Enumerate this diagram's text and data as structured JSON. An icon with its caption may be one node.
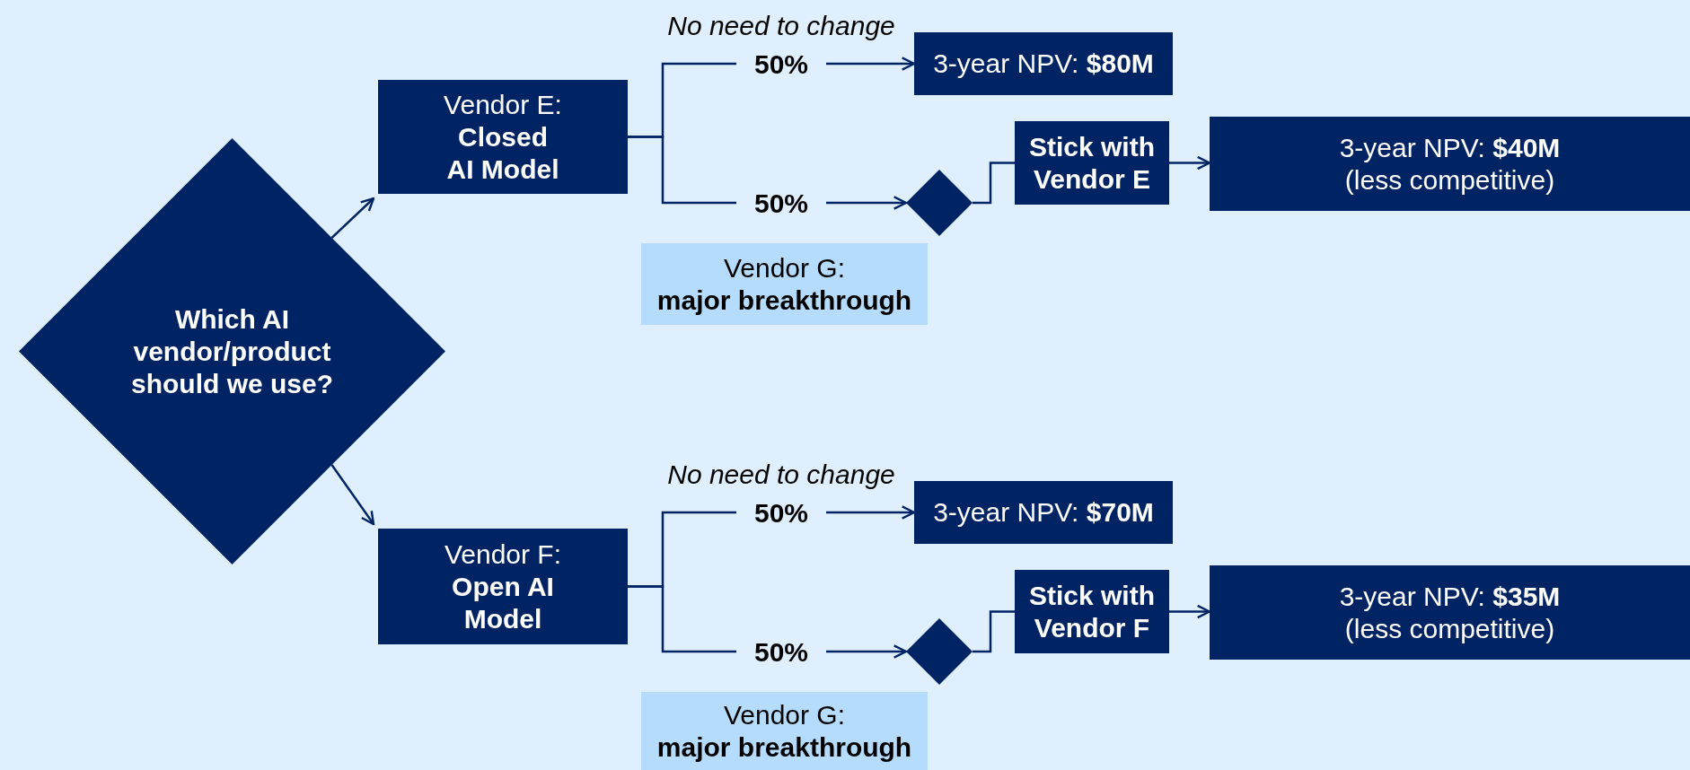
{
  "diagram": {
    "nodes": [
      {
        "text": [
          "Which AI vendor/product should we use?"
        ]
      },
      {
        "text": [
          "Vendor E:",
          "Closed AI Model"
        ]
      },
      {
        "text": [
          "3-year NPV: **$80M**"
        ]
      },
      {
        "text": [],
        "shape": "diamond"
      },
      {
        "text": [
          "Stick with Vendor E"
        ]
      },
      {
        "text": [
          "3-year NPV: **$40M**",
          "(less competitive)"
        ]
      },
      {
        "text": [
          "Vendor G:",
          "major breakthrough"
        ]
      },
      {
        "text": [
          "Vendor F:",
          "Open AI Model"
        ]
      },
      {
        "text": [
          "3-year NPV: **$70M**"
        ]
      },
      {
        "text": [],
        "shape": "diamond"
      },
      {
        "text": [
          "Stick with Vendor F"
        ]
      },
      {
        "text": [
          "3-year NPV: **$35M**",
          "(less competitive)"
        ]
      },
      {
        "text": [
          "Vendor G:",
          "major breakthrough"
        ]
      }
    ],
    "edges": [
      {
        "from": 0,
        "to": 1,
        "arrow": "to"
      },
      {
        "from": 1,
        "to": 2,
        "arrow": "to",
        "label": "50%"
      },
      {
        "from": 1,
        "to": 3,
        "arrow": "to",
        "label": "50%"
      },
      {
        "from": 3,
        "to": 4,
        "arrow": "none"
      },
      {
        "from": 4,
        "to": 5,
        "arrow": "to"
      },
      {
        "from": 0,
        "to": 7,
        "arrow": "to"
      },
      {
        "from": 7,
        "to": 8,
        "arrow": "to",
        "label": "50%"
      },
      {
        "from": 7,
        "to": 9,
        "arrow": "to",
        "label": "50%"
      },
      {
        "from": 9,
        "to": 10,
        "arrow": "none"
      },
      {
        "from": 10,
        "to": 11,
        "arrow": "to"
      }
    ],
    "labels": [
      "No need to change",
      "No need to change"
    ]
  }
}
